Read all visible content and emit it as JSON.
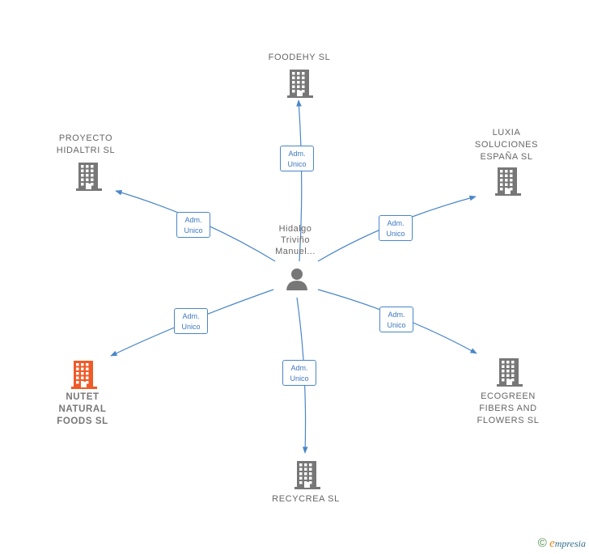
{
  "center": {
    "name_lines": [
      "Hidalgo",
      "Triviño",
      "Manuel..."
    ],
    "icon": "person-icon"
  },
  "relation_label": {
    "line1": "Adm.",
    "line2": "Unico"
  },
  "companies": [
    {
      "id": "foodehy",
      "name": "FOODEHY  SL",
      "icon": "building-icon",
      "color": "#777777"
    },
    {
      "id": "luxia",
      "name": "LUXIA\nSOLUCIONES\nESPAÑA  SL",
      "icon": "building-icon",
      "color": "#777777"
    },
    {
      "id": "ecogreen",
      "name": "ECOGREEN\nFIBERS AND\nFLOWERS  SL",
      "icon": "building-icon",
      "color": "#777777"
    },
    {
      "id": "recycrea",
      "name": "RECYCREA  SL",
      "icon": "building-icon",
      "color": "#777777"
    },
    {
      "id": "nutet",
      "name": "NUTET\nNATURAL\nFOODS  SL",
      "icon": "building-icon",
      "color": "#f05a28",
      "highlight": true
    },
    {
      "id": "proyecto",
      "name": "PROYECTO\nHIDALTRI SL",
      "icon": "building-icon",
      "color": "#777777"
    }
  ],
  "colors": {
    "edge": "#4a86c8",
    "badge_text": "#3d78bf",
    "node_text": "#666666",
    "highlight": "#f05a28"
  },
  "brand": {
    "copyright": "©",
    "e": "e",
    "rest": "mpresia"
  }
}
